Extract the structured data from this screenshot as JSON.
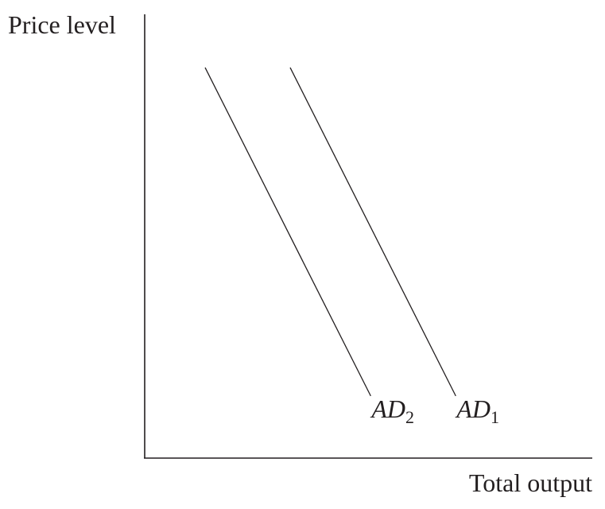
{
  "chart_data": {
    "type": "line",
    "title": "",
    "ylabel": "Price level",
    "xlabel": "Total output",
    "grid": false,
    "xlim": [
      0,
      100
    ],
    "ylim": [
      0,
      100
    ],
    "series": [
      {
        "name": "AD",
        "subscript": "2",
        "points": [
          [
            13.5,
            88
          ],
          [
            50.5,
            14
          ]
        ]
      },
      {
        "name": "AD",
        "subscript": "1",
        "points": [
          [
            32.5,
            88
          ],
          [
            69.5,
            14
          ]
        ]
      }
    ]
  }
}
